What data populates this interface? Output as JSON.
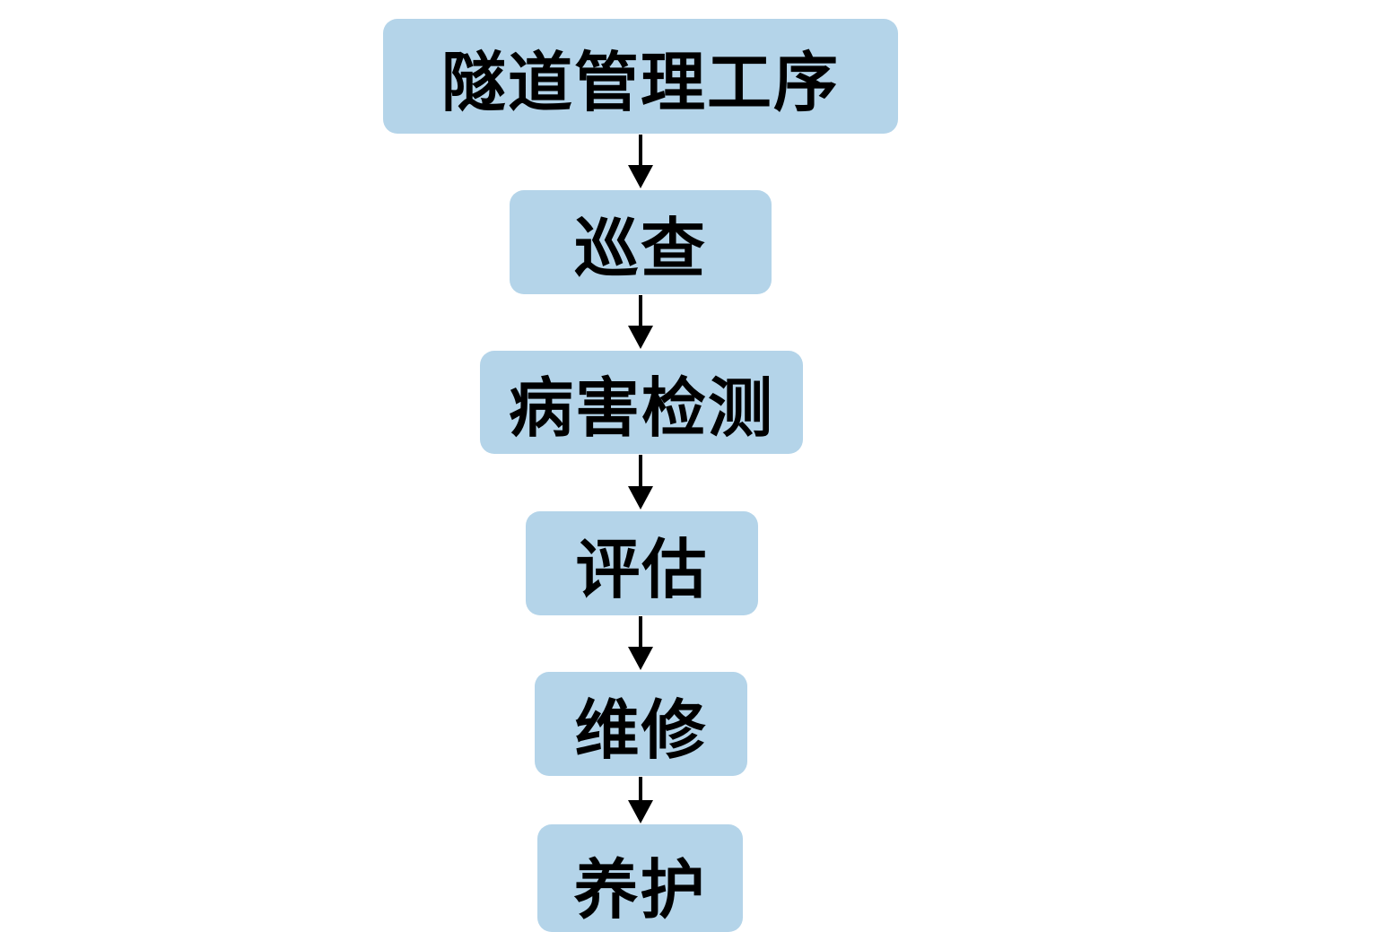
{
  "diagram": {
    "type": "flowchart",
    "direction": "top-to-bottom",
    "box_color": "#b4d4e9",
    "nodes": [
      {
        "label": "隧道管理工序"
      },
      {
        "label": "巡查"
      },
      {
        "label": "病害检测"
      },
      {
        "label": "评估"
      },
      {
        "label": "维修"
      },
      {
        "label": "养护"
      }
    ],
    "edges": [
      {
        "from": 0,
        "to": 1
      },
      {
        "from": 1,
        "to": 2
      },
      {
        "from": 2,
        "to": 3
      },
      {
        "from": 3,
        "to": 4
      },
      {
        "from": 4,
        "to": 5
      }
    ]
  }
}
